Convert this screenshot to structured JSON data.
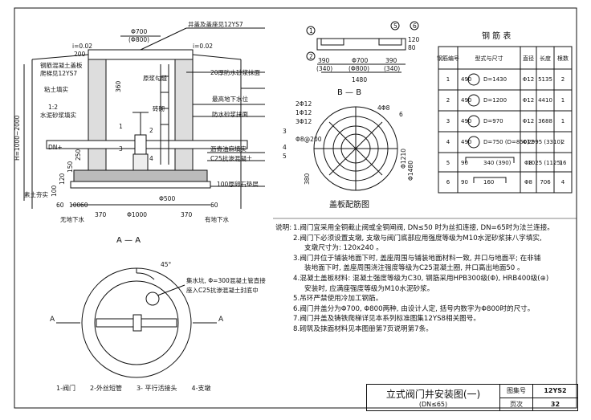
{
  "labels": {
    "cover_ref": "井盖及盖座见12YS7",
    "i1": "i=0.02",
    "i2": "i=0.02",
    "d700": "Φ700",
    "d800": "(Φ800)",
    "ring_beam": "钢筋混凝土盖板",
    "ring_beam_ref": "爬梯见12YS7",
    "clay_fill": "粘土填实",
    "mortar": "1:2",
    "mortar2": "水泥砂浆填实",
    "ladder": "原浆勾缝",
    "plaster20": "20厚防水砂浆抹面",
    "gw_high": "最高地下水位",
    "plaster_in": "防水砂浆抹面",
    "brick": "砖砌",
    "asphalt": "沥青油麻填实",
    "c25": "C25抗渗混凝土",
    "gravel": "100厚卵石垫层",
    "plain_soil": "素土夯实",
    "h_range": "H=1000~2000",
    "d1000": "Φ1000",
    "d500": "Φ500",
    "d370a": "370",
    "d370b": "370",
    "no_gw": "无地下水",
    "has_gw": "有地下水",
    "dn_ge": "DN+",
    "n1": "1",
    "n2": "2",
    "n3": "3",
    "n4": "4",
    "dim_200": "200",
    "dim_360": "360",
    "dim_250": "250",
    "dim_150": "150",
    "dim_120": "120",
    "dim_100": "100",
    "dim_60": "60",
    "dim_100b": "100",
    "dim_60b": "60",
    "dim_60c": "60"
  },
  "section_title": "A — A",
  "section_a": "A",
  "plan_labels": {
    "deg": "45°",
    "sump1": "集水坑, Φ=300混凝土管直接",
    "sump2": "座入C25抗渗混凝土封底中"
  },
  "legend_items": [
    "1-阀门",
    "2-外丝短管",
    "3- 平行活接头",
    "4-支墩"
  ],
  "cover_plan": {
    "title": "B — B",
    "n1": "1",
    "n2": "2",
    "n5": "5",
    "n6": "6",
    "d390a": "390",
    "d390b": "390",
    "d700": "Φ700",
    "d340a": "(340)",
    "d340b": "(340)",
    "d800": "(Φ800)",
    "d1480": "1480",
    "d120": "120",
    "d80": "80",
    "rebar_title": "盖板配筋图",
    "r2": "2Φ12",
    "r1": "1Φ12",
    "r3": "3Φ12",
    "r4": "4Φ8",
    "r5": "Φ8@200",
    "d1210": "Φ1210",
    "d1480c": "Φ1480",
    "d380": "380",
    "lbl_1": "1",
    "lbl_2": "2",
    "lbl_3": "3",
    "lbl_4": "4",
    "lbl_5": "5",
    "lbl_6": "6",
    "section_b": "B"
  },
  "rebar_table": {
    "title": "钢 筋 表",
    "headers": [
      "钢筋编号",
      "型式与尺寸",
      "直径",
      "长度",
      "根数"
    ],
    "rows": [
      {
        "no": "1",
        "shape": "D=1430",
        "bend": "490",
        "dia": "Φ12",
        "len": "5135",
        "cnt": "2"
      },
      {
        "no": "2",
        "shape": "D=1200",
        "bend": "490",
        "dia": "Φ12",
        "len": "4410",
        "cnt": "1"
      },
      {
        "no": "3",
        "shape": "D=970",
        "bend": "490",
        "dia": "Φ12",
        "len": "3688",
        "cnt": "1"
      },
      {
        "no": "4",
        "shape": "D=750 (D=850)",
        "bend": "490",
        "dia": "Φ12",
        "len": "2995 (3310)",
        "cnt": "2"
      },
      {
        "no": "5",
        "shape": "340 (390)",
        "bend": "90",
        "dia": "Φ8",
        "len": "1025 (1125)",
        "cnt": "16"
      },
      {
        "no": "6",
        "shape": "160",
        "bend": "90",
        "dia": "Φ8",
        "len": "706",
        "cnt": "4"
      }
    ]
  },
  "notes": {
    "label": "说明:",
    "items": [
      {
        "n": "1.",
        "t": "阀门宜采用全铜截止阀或全铜闸阀, DN≤50 时为丝扣连接, DN=65时为法兰连接。"
      },
      {
        "n": "2.",
        "t": "阀门下必须设置支墩, 支墩与阀门底部应用强度等级为M10水泥砂浆抹八字填实,",
        "c": "支墩尺寸为: 120x240 。"
      },
      {
        "n": "3.",
        "t": "阀门井位于铺装地面下时, 盖座周围与铺装地面材料一致, 井口与地面平; 在非铺",
        "c": "装地面下时, 盖座周围浇注强度等级为C25混凝土圈, 井口高出地面50 。"
      },
      {
        "n": "4.",
        "t": "混凝土盖板材料: 混凝土强度等级为C30, 钢筋采用HPB300级(Φ), HRB400级(⊕)",
        "c": "安装时, 应满座强度等级为M10水泥砂浆。"
      },
      {
        "n": "5.",
        "t": "吊环严禁使用冷加工钢筋。"
      },
      {
        "n": "6.",
        "t": "阀门井盖分为Φ700, Φ800两种, 由设计人定, 括号内数字为Φ800时的尺寸。"
      },
      {
        "n": "7.",
        "t": "阀门井盖及铸铁爬梯详见本系列标准图集12YS8相关图号。"
      },
      {
        "n": "8.",
        "t": "砌筑及抹面材料见本图册第7页说明第7条。"
      }
    ]
  },
  "title_block": {
    "title": "立式阀门井安装图(一)",
    "subtitle": "(DN≤65)",
    "atlas_label": "图集号",
    "atlas_value": "12YS2",
    "page_label": "页次",
    "page_value": "32"
  }
}
